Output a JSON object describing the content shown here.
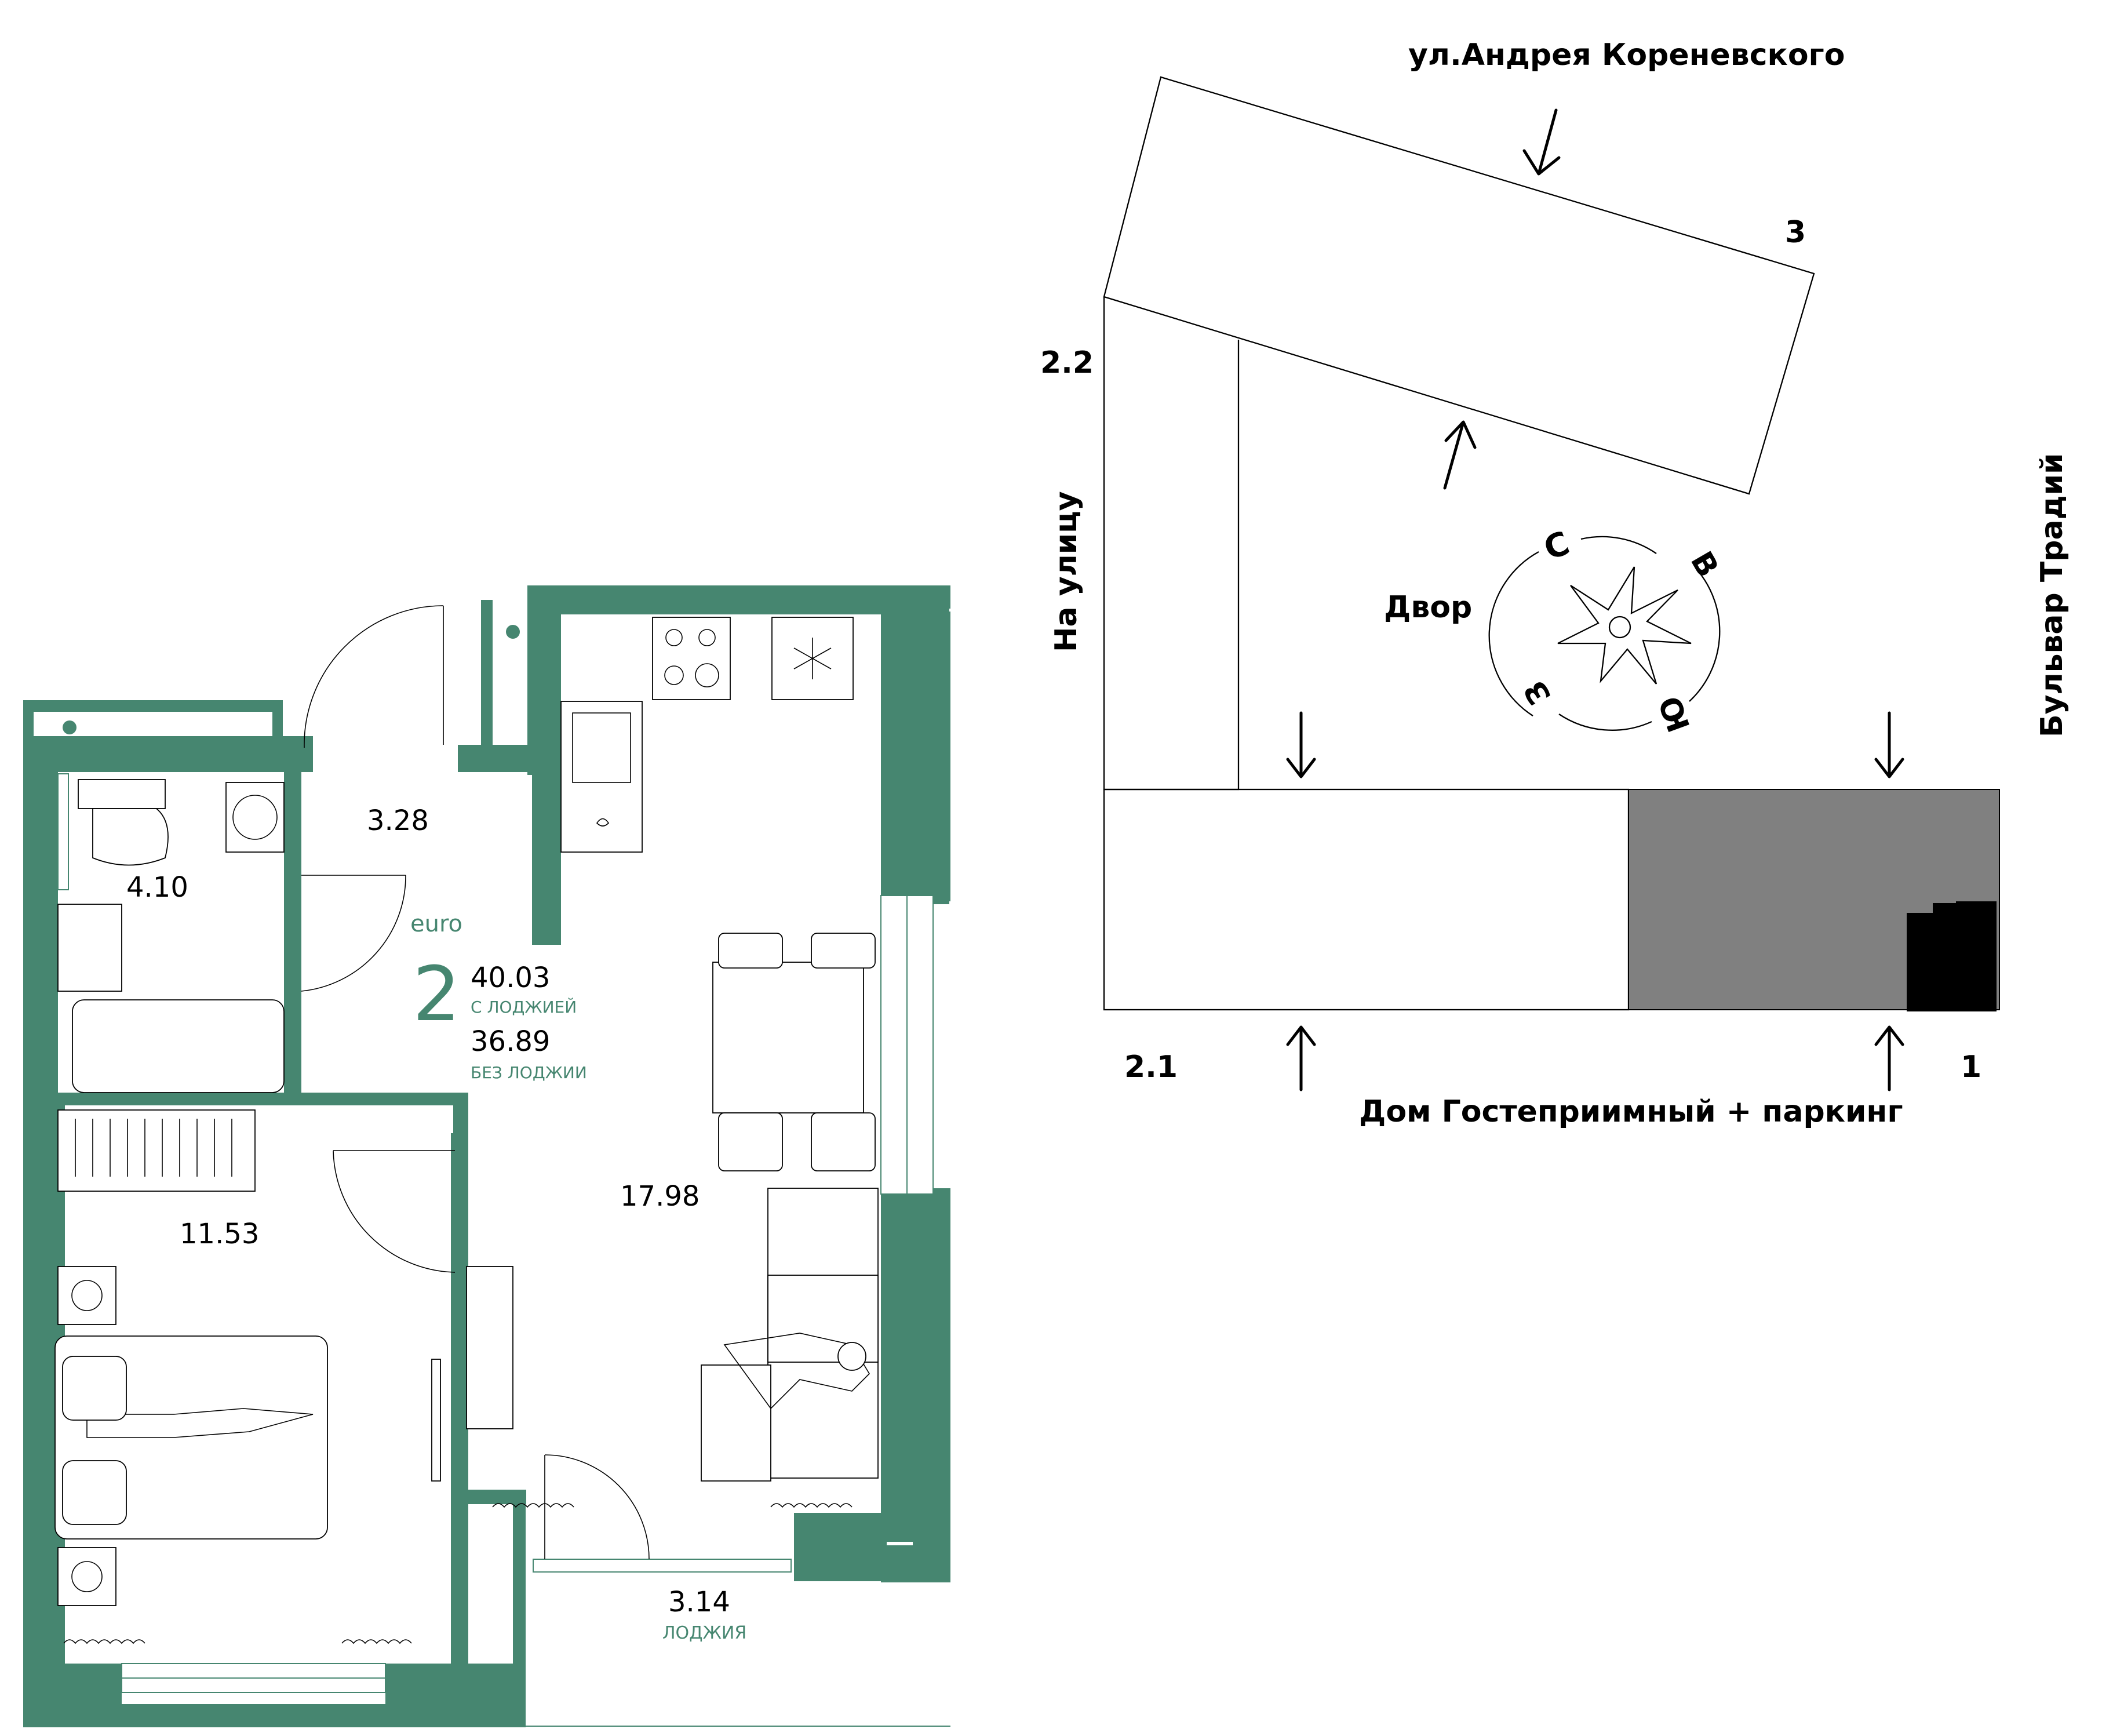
{
  "plan": {
    "apartment": {
      "class_label": "euro",
      "rooms": "2",
      "area_with_loggia": "40.03",
      "with_loggia_label": "С ЛОДЖИЕЙ",
      "area_without_loggia": "36.89",
      "without_loggia_label": "БЕЗ ЛОДЖИИ"
    },
    "rooms": [
      {
        "id": "hall",
        "area": "3.28"
      },
      {
        "id": "bathroom",
        "area": "4.10"
      },
      {
        "id": "bedroom",
        "area": "11.53"
      },
      {
        "id": "kitchen-living",
        "area": "17.98"
      },
      {
        "id": "loggia",
        "area": "3.14",
        "label": "ЛОДЖИЯ"
      }
    ],
    "colors": {
      "wall": "#468670",
      "accent_text": "#468670",
      "line": "#000000"
    }
  },
  "site": {
    "street_top": "ул.Андрея Кореневского",
    "street_left": "На улицу",
    "street_right": "Бульвар Традий",
    "courtyard": "Двор",
    "bottom_label": "Дом Гостеприимный + паркинг",
    "building_numbers": {
      "b3": "3",
      "b22": "2.2",
      "b21": "2.1",
      "b1": "1"
    },
    "compass": {
      "north": "С",
      "east": "В",
      "south": "Ю",
      "west": "З"
    },
    "colors": {
      "highlight": "#808080",
      "current_section": "#000000"
    }
  }
}
